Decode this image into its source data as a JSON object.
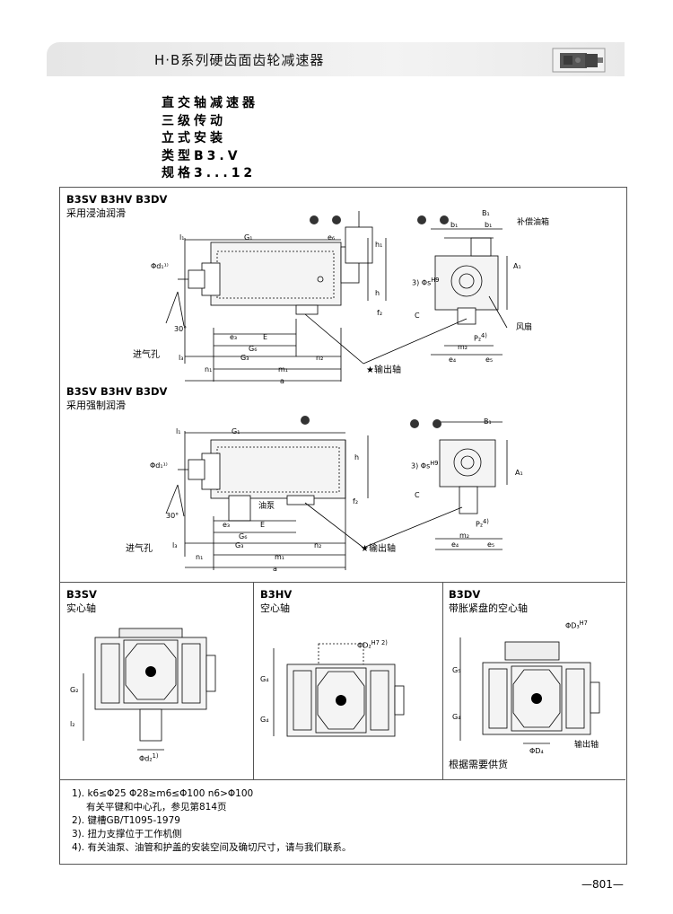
{
  "header": {
    "title": "H·B系列硬齿面齿轮减速器"
  },
  "spec": [
    "直交轴减速器",
    "三级传动",
    "立式安装",
    "类型B3.V",
    "规格3...12"
  ],
  "sec1": {
    "title": "B3SV B3HV B3DV",
    "subtitle": "采用浸油润滑"
  },
  "sec2": {
    "title": "B3SV B3HV B3DV",
    "subtitle": "采用强制润滑"
  },
  "labels": {
    "l1": "l₁",
    "G1": "G₁",
    "e6": "e₆",
    "h1": "h₁",
    "h": "h",
    "d1": "Φd₁¹⁾",
    "air1": "进气孔",
    "deg1": "30°",
    "e3": "e₃",
    "G6": "G₆",
    "E": "E",
    "G3": "G₃",
    "n2": "n₂",
    "n1": "n₁",
    "m1": "m₁",
    "a": "a",
    "l3": "l₃",
    "out1": "★输出轴",
    "B1": "B₁",
    "b1": "b₁",
    "b1b": "b₁",
    "comp": "补偿油箱",
    "fan": "风扇",
    "s": "Φs",
    "sH9": "H9",
    "s3": "3)",
    "C": "C",
    "A1": "A₁",
    "P2": "P₂",
    "P2s": "4)",
    "m2": "m₂",
    "e4": "e₄",
    "e5": "e₅",
    "f2": "f₂",
    "pump": "油泵",
    "out2": "★输出轴",
    "air2": "进气孔"
  },
  "panels": [
    {
      "title": "B3SV",
      "subtitle": "实心轴",
      "g2": "G₂",
      "l2": "l₂",
      "d2": "Φd₂",
      "d2s": "1)"
    },
    {
      "title": "B3HV",
      "subtitle": "空心轴",
      "d2": "ΦD₂",
      "d2s": "H7 2)",
      "g4a": "G₄",
      "g4b": "G₄"
    },
    {
      "title": "B3DV",
      "subtitle": "带胀紧盘的空心轴",
      "d3": "ΦD₃",
      "d3s": "H7",
      "g5": "G₅",
      "g4": "G₄",
      "d4": "ΦD₄",
      "out": "输出轴",
      "note": "根据需要供货"
    }
  ],
  "notes": [
    "1). k6≤Φ25  Φ28≥m6≤Φ100  n6>Φ100",
    "    有关平键和中心孔，参见第814页",
    "2). 键槽GB/T1095-1979",
    "3). 扭力支撑位于工作机侧",
    "4). 有关油泵、油管和护盖的安装空间及确切尺寸，请与我们联系。"
  ],
  "page_number": "—801—"
}
